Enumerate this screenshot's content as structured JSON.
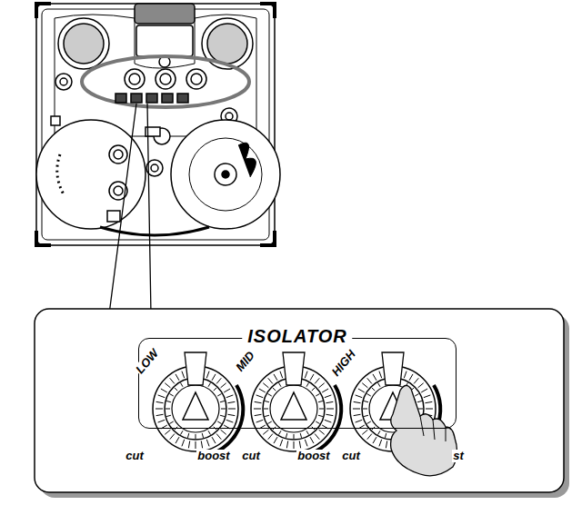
{
  "diagram": {
    "nodes": [
      {
        "text": [
          "ISOLATOR"
        ]
      }
    ],
    "labels": [
      "LOW",
      "MID",
      "HIGH",
      "cut",
      "boost",
      "cut",
      "boost",
      "cut",
      "st"
    ]
  }
}
